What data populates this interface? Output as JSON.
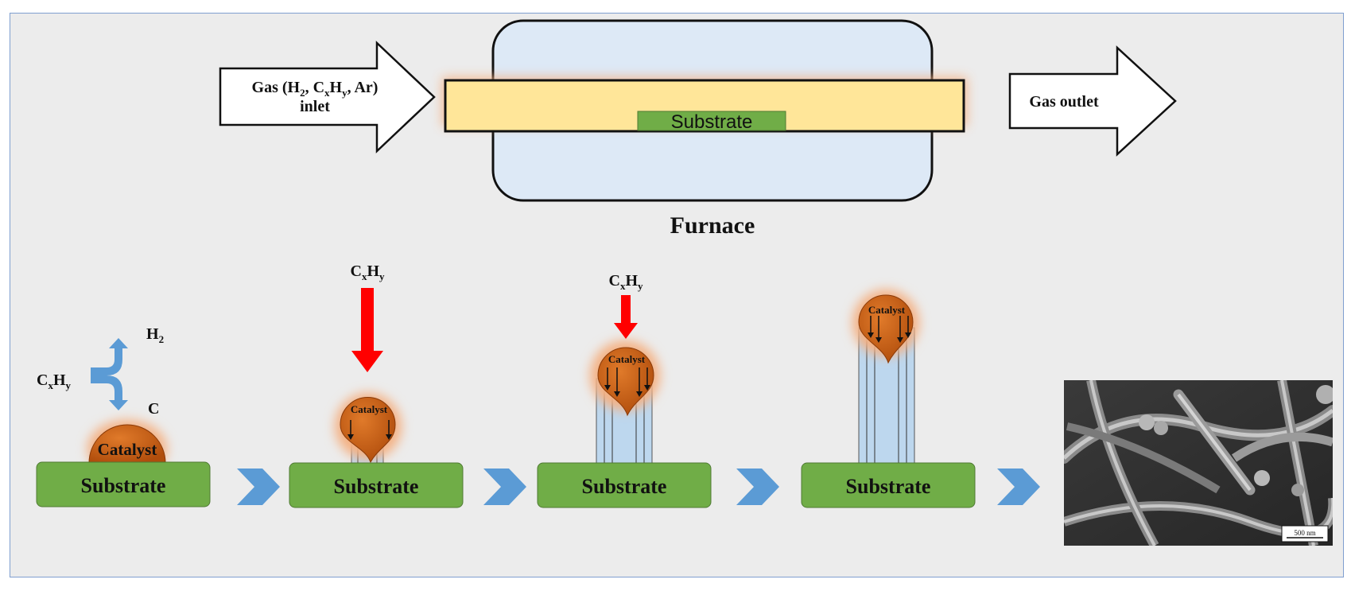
{
  "furnace": {
    "title": "Furnace",
    "tube_label": "Substrate",
    "inlet": {
      "line1_prefix": "Gas (H",
      "line1_sub1": "2",
      "line1_mid1": ", C",
      "line1_sub2": "x",
      "line1_mid2": "H",
      "line1_sub3": "y",
      "line1_suffix": ", Ar)",
      "line2": "inlet"
    },
    "outlet_label": "Gas outlet"
  },
  "stages": [
    {
      "substrate_label": "Substrate",
      "catalyst_label": "Catalyst",
      "gas_in": "C",
      "gas_in_x": "x",
      "gas_in_h": "H",
      "gas_in_y": "y",
      "h2": "H",
      "h2_sub": "2",
      "carbon": "C"
    },
    {
      "substrate_label": "Substrate",
      "catalyst_label": "Catalyst",
      "feed": "C",
      "feed_x": "x",
      "feed_h": "H",
      "feed_y": "y"
    },
    {
      "substrate_label": "Substrate",
      "catalyst_label": "Catalyst",
      "feed": "C",
      "feed_x": "x",
      "feed_h": "H",
      "feed_y": "y"
    },
    {
      "substrate_label": "Substrate",
      "catalyst_label": "Catalyst"
    }
  ],
  "sem": {
    "scale_bar": "500 nm"
  },
  "colors": {
    "panel_bg": "#ececec",
    "panel_border": "#7f9fd0",
    "substrate": "#70ad47",
    "catalyst": "#c55a11",
    "glow": "#f4b183",
    "tube": "#ffe699",
    "furnace": "#dde9f6",
    "nanotube": "#bdd7ee",
    "red_arrow": "#ff0000",
    "chevron": "#5b9bd5"
  }
}
